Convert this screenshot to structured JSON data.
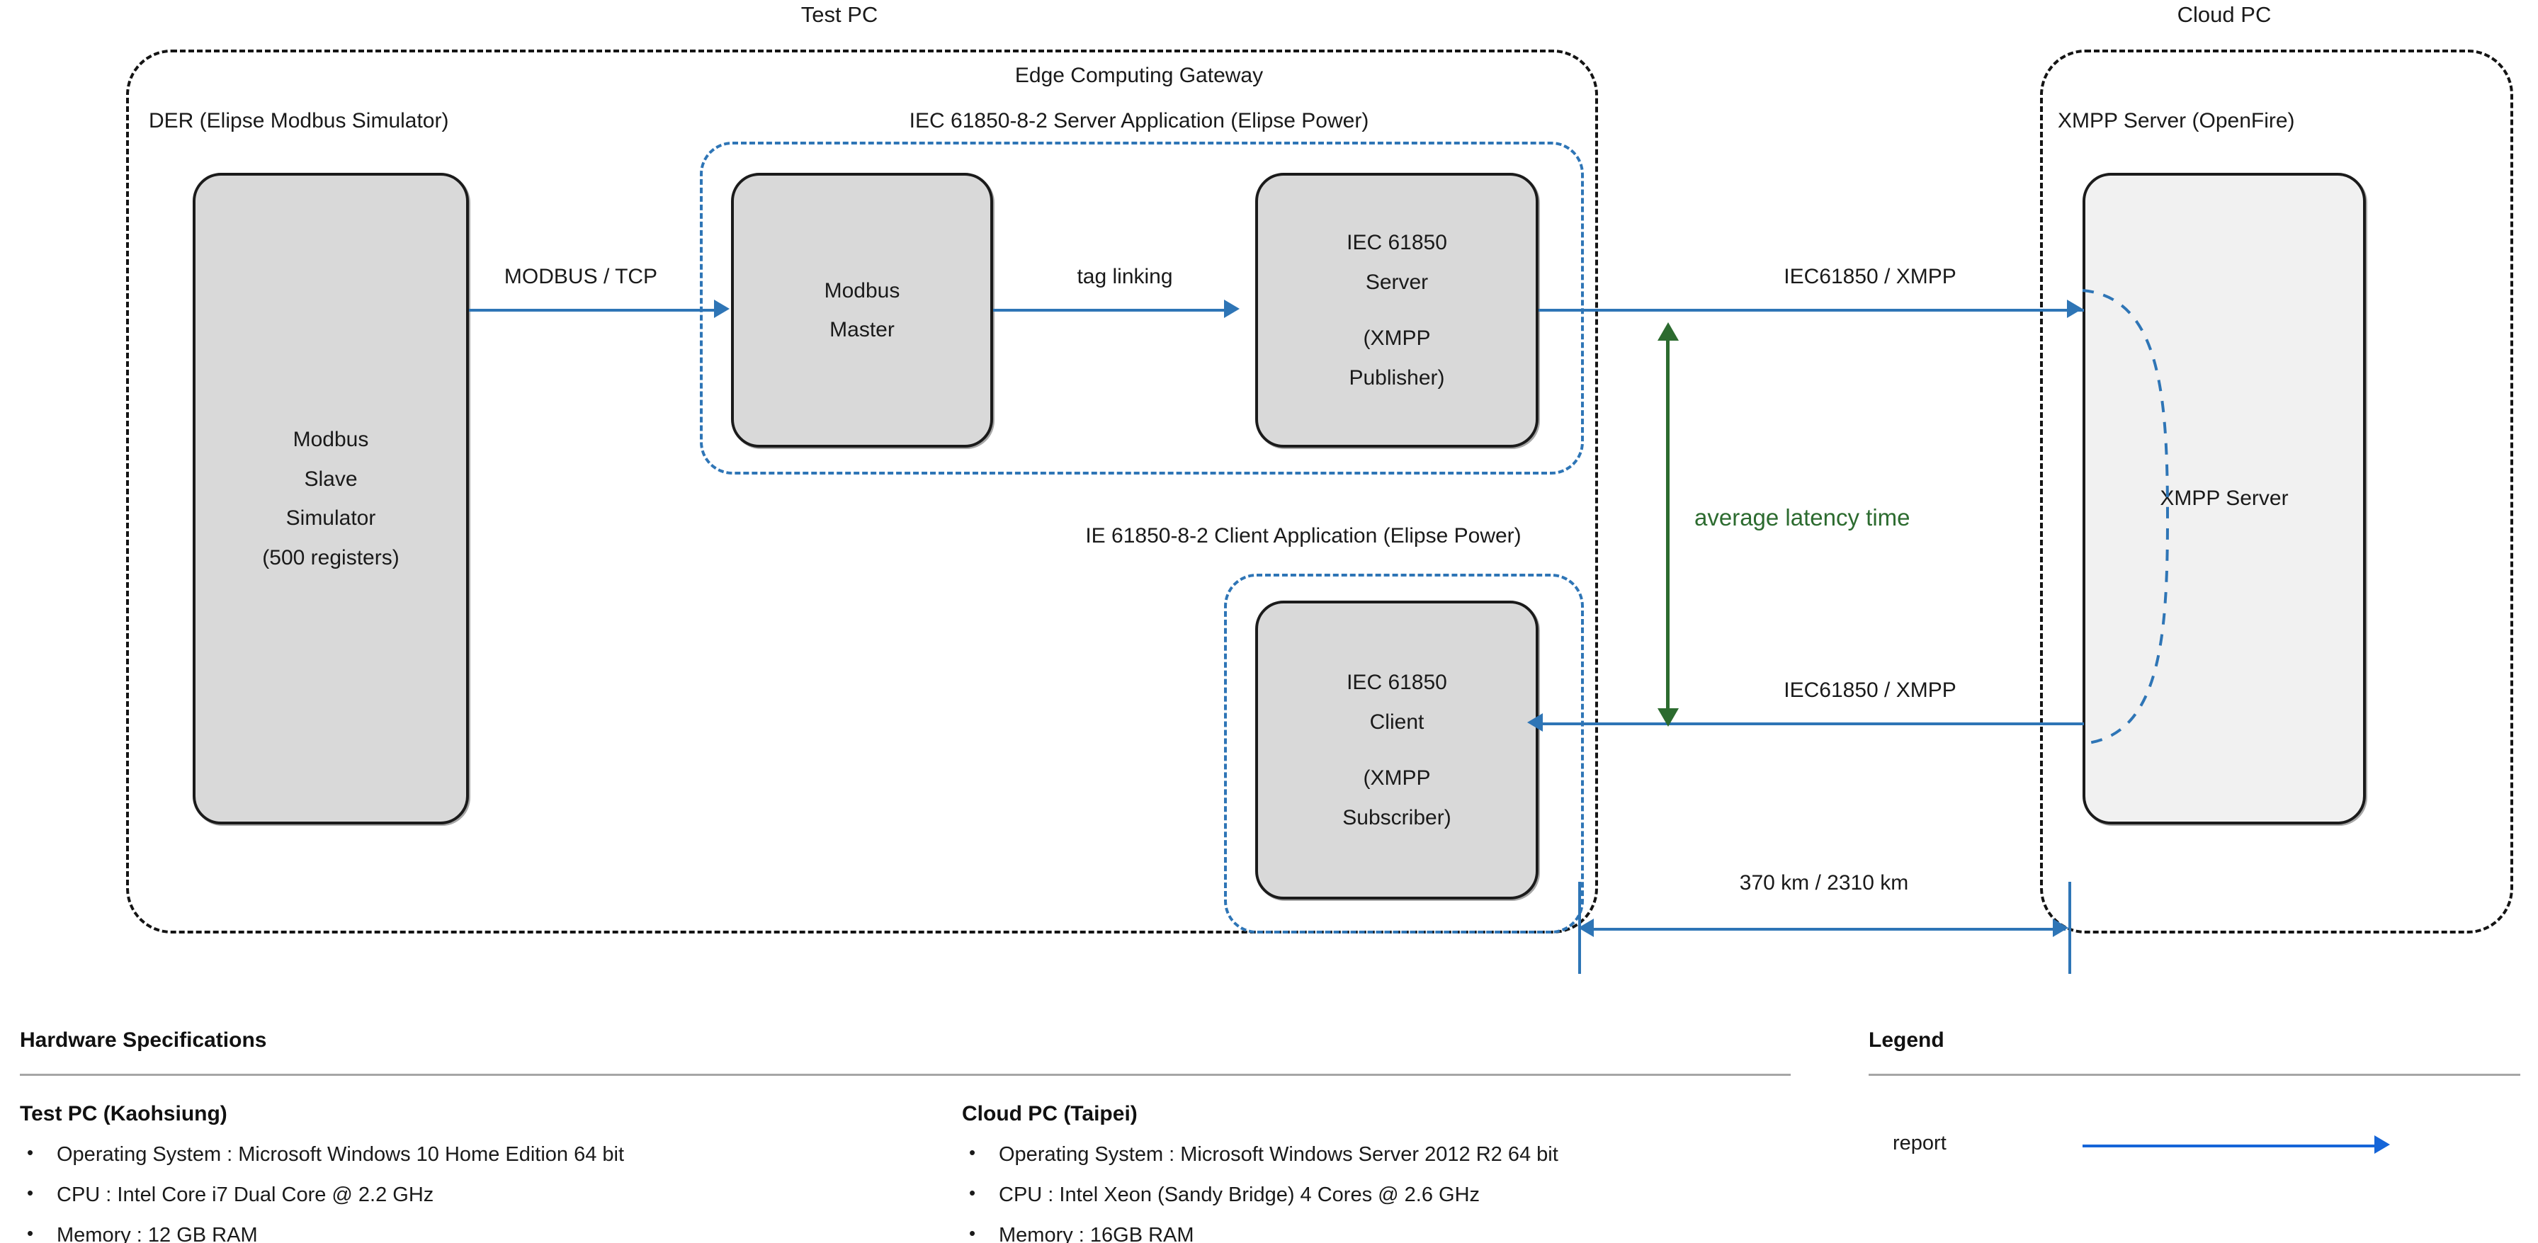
{
  "diagram": {
    "containers": {
      "test_pc": {
        "title": "Test PC"
      },
      "cloud_pc": {
        "title": "Cloud PC"
      },
      "der": {
        "title": "DER (Elipse Modbus Simulator)"
      },
      "edge_gateway": {
        "title_line1": "Edge Computing Gateway",
        "title_line2": "IEC 61850-8-2 Server Application (Elipse Power)"
      },
      "client_app": {
        "title": "IE 61850-8-2 Client Application (Elipse Power)"
      },
      "xmpp_server_container": {
        "title": "XMPP Server (OpenFire)"
      }
    },
    "nodes": {
      "modbus_slave": {
        "line1": "Modbus",
        "line2": "Slave",
        "line3": "Simulator",
        "line4": "(500 registers)"
      },
      "modbus_master": {
        "line1": "Modbus",
        "line2": "Master"
      },
      "iec_server": {
        "line1": "IEC 61850",
        "line2": "Server",
        "line3": "(XMPP",
        "line4": "Publisher)"
      },
      "iec_client": {
        "line1": "IEC 61850",
        "line2": "Client",
        "line3": "(XMPP",
        "line4": "Subscriber)"
      },
      "xmpp_server": {
        "line1": "XMPP Server"
      }
    },
    "edges": {
      "modbus_tcp": "MODBUS / TCP",
      "tag_linking": "tag linking",
      "iec_xmpp_up": "IEC61850 / XMPP",
      "iec_xmpp_down": "IEC61850 / XMPP",
      "latency": "average latency time",
      "distance": "370 km / 2310 km"
    },
    "colors": {
      "connector_blue": "#2E75B6",
      "latency_green": "#2C6B2F",
      "node_fill": "#D9D9D9",
      "node_fill_light": "#F1F1F1",
      "container_black": "#141414"
    }
  },
  "hardware": {
    "section_title": "Hardware Specifications",
    "columns": [
      {
        "title": "Test PC (Kaohsiung)",
        "items": [
          "Operating System : Microsoft Windows 10 Home Edition 64 bit",
          "CPU : Intel Core i7 Dual Core @ 2.2 GHz",
          "Memory : 12 GB RAM"
        ]
      },
      {
        "title": "Cloud PC (Taipei)",
        "items": [
          "Operating System : Microsoft Windows Server 2012 R2 64 bit",
          "CPU : Intel Xeon (Sandy Bridge) 4 Cores @ 2.6 GHz",
          "Memory : 16GB RAM"
        ]
      }
    ]
  },
  "legend": {
    "section_title": "Legend",
    "items": [
      {
        "label": "report",
        "symbol": "arrow-right-blue"
      }
    ]
  }
}
